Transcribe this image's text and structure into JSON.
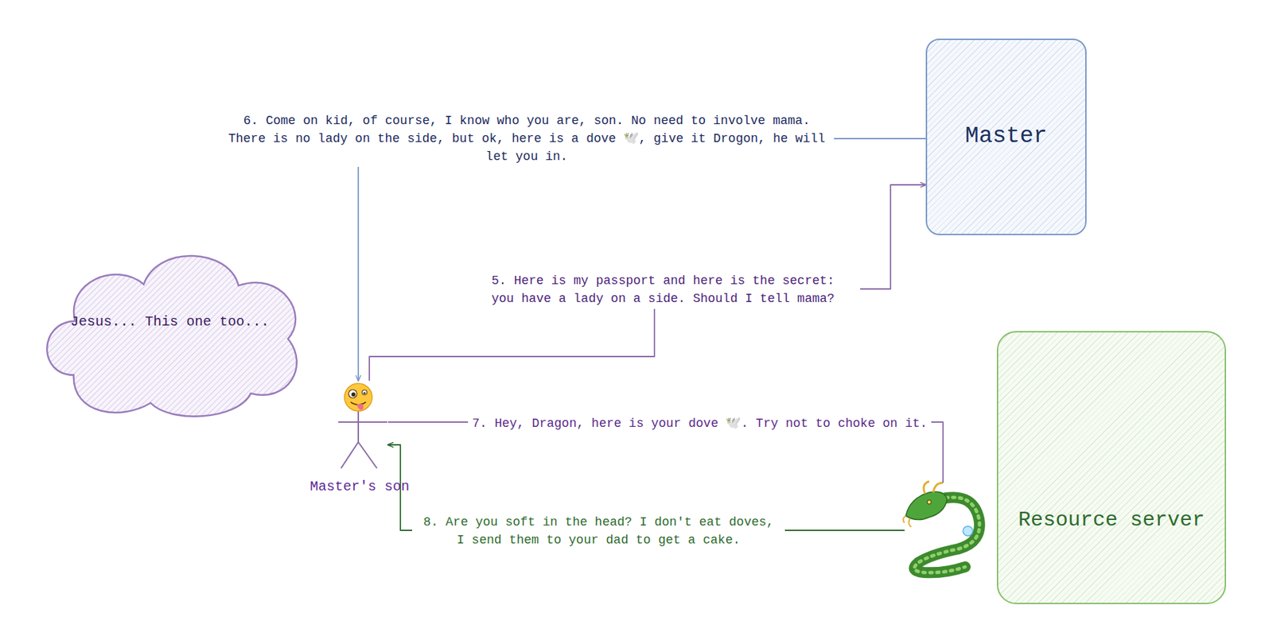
{
  "diagram": {
    "nodes": [
      {
        "text": [
          "Master"
        ]
      },
      {
        "text": [
          "Jesus... This one too..."
        ]
      },
      {
        "text": [
          "Master's son"
        ]
      },
      {
        "text": [
          "Resource server"
        ]
      }
    ],
    "edges": [
      {
        "from": 2,
        "to": 0,
        "arrow": "to",
        "label": "5. Here is my passport and here is the secret: you have a lady on a side. Should I tell mama?"
      },
      {
        "from": 0,
        "to": 2,
        "arrow": "to",
        "label": "6. Come on kid, of course, I know who you are, son. No need to involve mama. There is no lady on the side, but ok, here is a dove 🕊️, give it Drogon, he will let you in."
      },
      {
        "from": 2,
        "to": 3,
        "arrow": "none",
        "label": "7. Hey, Dragon, here is your dove 🕊️. Try not to choke on it."
      },
      {
        "from": 3,
        "to": 2,
        "arrow": "to",
        "label": "8. Are you soft in the head? I don't eat doves, I send them to your dad to get a cake."
      }
    ]
  }
}
